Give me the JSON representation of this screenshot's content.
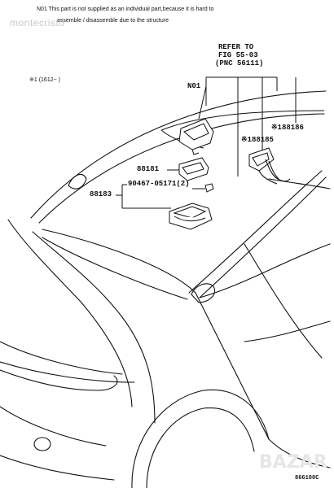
{
  "notes": {
    "line1": "N01  This part is not supplied as an individual part,because it is hard to",
    "line2": "assemble / disassemble due to the structure"
  },
  "watermark": "montecristo",
  "footnote": "※1 (1612−      )",
  "refer": {
    "line1": "REFER TO",
    "line2": "FIG 55-03",
    "line3": "(PNC 56111)"
  },
  "labels": {
    "n01": "N01",
    "p88186": "※188186",
    "p88185": "※188185",
    "p88181": "88181",
    "p88183": "88183",
    "p90467": "90467-05171(2)"
  },
  "diagram_code": "866100C",
  "site_logo": "BAZAR",
  "colors": {
    "line": "#111111",
    "watermark": "#c8c8c8",
    "logo": "#e6e6e6"
  }
}
